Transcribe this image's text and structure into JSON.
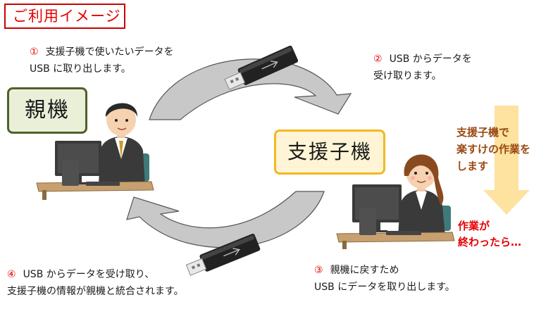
{
  "title": "ご利用イメージ",
  "roles": {
    "parent": "親機",
    "child": "支援子機"
  },
  "steps": [
    {
      "num": "①",
      "line1": "支援子機で使いたいデータを",
      "line2": "USB に取り出します。"
    },
    {
      "num": "②",
      "line1": "USB からデータを",
      "line2": "受け取ります。"
    },
    {
      "num": "③",
      "line1": "親機に戻すため",
      "line2": "USB にデータを取り出します。"
    },
    {
      "num": "④",
      "line1": "USB からデータを受け取り、",
      "line2": "支援子機の情報が親機と統合されます。"
    }
  ],
  "child_note": [
    "支援子機で",
    "楽すけの作業を",
    "します"
  ],
  "done_note": [
    "作業が",
    "終わったら…"
  ],
  "colors": {
    "title_red": "#e60000",
    "parent_border": "#4f6228",
    "child_border": "#f2b820",
    "note_brown": "#9a4a12",
    "arrow_gray": "#c8c8c8",
    "down_arrow": "#fde2a0"
  },
  "icons": [
    "usb-stick-icon",
    "pc-icon",
    "office-man-icon",
    "office-woman-icon"
  ]
}
